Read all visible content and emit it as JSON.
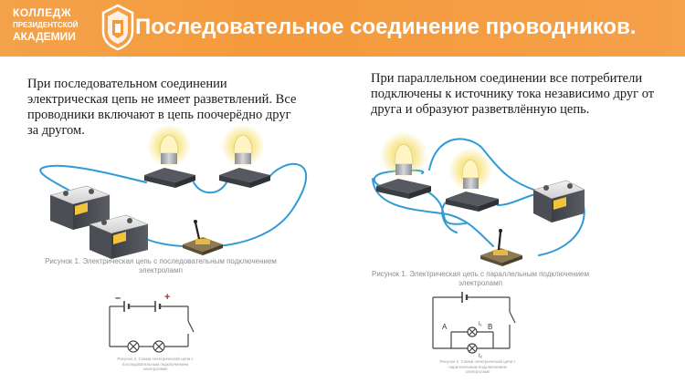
{
  "header": {
    "logo": {
      "line1": "КОЛЛЕДЖ",
      "line2": "ПРЕЗИДЕНТСКОЙ",
      "line3": "АКАДЕМИИ"
    },
    "title": "Последовательное соединение проводников."
  },
  "left": {
    "text": "При последовательном соединении электрическая цепь не имеет разветвлений. Все проводники включают в цепь поочерёдно друг за другом.",
    "caption": "Рисунок 1. Электрическая цепь с последовательным подключением электроламп",
    "schematic_caption": "Рисунок 2. Схема электрической цепи с последовательным подключением электроламп",
    "schematic_signs": {
      "minus": "–",
      "plus": "+"
    }
  },
  "right": {
    "text": "При параллельном соединении все потребители подключены к источнику тока независимо друг от друга и образуют разветвлённую цепь.",
    "caption": "Рисунок 1. Электрическая цепь с параллельным подключением электроламп",
    "schematic_caption": "Рисунок 2. Схема электрической цепи с параллельным подключением электроламп",
    "schematic_labels": {
      "node_a": "A",
      "node_b": "B",
      "i1": "I₁",
      "i2": "I₂"
    }
  },
  "colors": {
    "header": "#f49a3c",
    "wire": "#2e9bd6",
    "bulb_glow": "#f7e27a",
    "plus": "#c62828"
  }
}
